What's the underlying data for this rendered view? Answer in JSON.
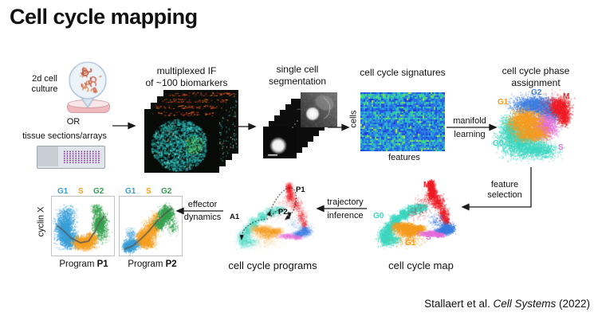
{
  "title": "Cell cycle mapping",
  "citation": {
    "authors": "Stallaert et al. ",
    "journal": "Cell Systems",
    "year": " (2022)"
  },
  "input": {
    "culture": "2d cell culture",
    "or": "OR",
    "tissue": "tissue sections/arrays"
  },
  "steps": {
    "if_label": "multiplexed IF\nof ~100 biomarkers",
    "seg_label": "single cell\nsegmentation",
    "sig_title": "cell cycle signatures",
    "sig_y": "cells",
    "sig_x": "features",
    "phase_title": "cell cycle phase\nassignment",
    "map_title": "cell cycle map",
    "programs_title": "cell cycle programs"
  },
  "arrows": {
    "manifold_a": "manifold",
    "manifold_b": "learning",
    "feature": "feature\nselection",
    "trajectory_a": "trajectory",
    "trajectory_b": "inference",
    "effector_a": "effector",
    "effector_b": "dynamics"
  },
  "phases": {
    "G0": {
      "label": "G0",
      "color": "#3bd6c0"
    },
    "G1": {
      "label": "G1",
      "color": "#f59b1e"
    },
    "S": {
      "label": "S",
      "color": "#e46fd8"
    },
    "G2": {
      "label": "G2",
      "color": "#3b7ce0"
    },
    "M": {
      "label": "M",
      "color": "#ee1c25"
    }
  },
  "annotations": {
    "p1": "P1",
    "p2": "P2",
    "a1": "A1"
  },
  "program_plots": {
    "ylabel": "cyclin X",
    "phase_labels": [
      {
        "label": "G1",
        "color": "#3a9fd8"
      },
      {
        "label": "S",
        "color": "#f5a021"
      },
      {
        "label": "G2",
        "color": "#35a14f"
      }
    ],
    "p1_name": "Program ",
    "p1_id": "P1",
    "p2_name": "Program ",
    "p2_id": "P2"
  }
}
